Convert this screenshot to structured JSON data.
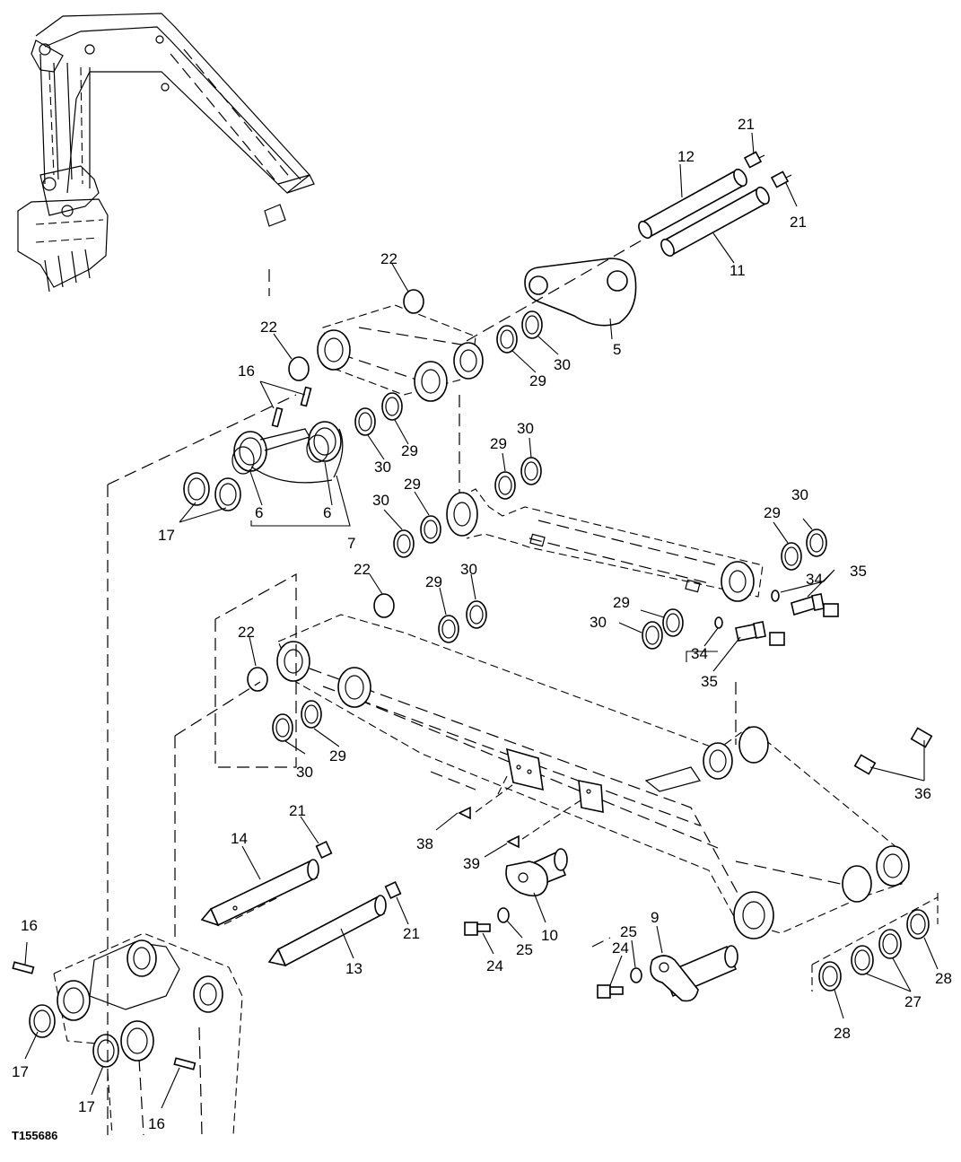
{
  "figure_id": "T155686",
  "callouts": [
    {
      "key": "c21a",
      "text": "21"
    },
    {
      "key": "c12",
      "text": "12"
    },
    {
      "key": "c21b",
      "text": "21"
    },
    {
      "key": "c11",
      "text": "11"
    },
    {
      "key": "c22a",
      "text": "22"
    },
    {
      "key": "c22b",
      "text": "22"
    },
    {
      "key": "c16a",
      "text": "16"
    },
    {
      "key": "c5",
      "text": "5"
    },
    {
      "key": "c30a",
      "text": "30"
    },
    {
      "key": "c29a",
      "text": "29"
    },
    {
      "key": "c30b",
      "text": "30"
    },
    {
      "key": "c29b",
      "text": "29"
    },
    {
      "key": "c30c",
      "text": "30"
    },
    {
      "key": "c29c",
      "text": "29"
    },
    {
      "key": "c6a",
      "text": "6"
    },
    {
      "key": "c6b",
      "text": "6"
    },
    {
      "key": "c17a",
      "text": "17"
    },
    {
      "key": "c7",
      "text": "7"
    },
    {
      "key": "c30d",
      "text": "30"
    },
    {
      "key": "c29d",
      "text": "29"
    },
    {
      "key": "c22c",
      "text": "22"
    },
    {
      "key": "c30e",
      "text": "30"
    },
    {
      "key": "c29e",
      "text": "29"
    },
    {
      "key": "c30f",
      "text": "30"
    },
    {
      "key": "c29f",
      "text": "29"
    },
    {
      "key": "c34a",
      "text": "34"
    },
    {
      "key": "c35a",
      "text": "35"
    },
    {
      "key": "c29g",
      "text": "29"
    },
    {
      "key": "c30g",
      "text": "30"
    },
    {
      "key": "c34b",
      "text": "34"
    },
    {
      "key": "c35b",
      "text": "35"
    },
    {
      "key": "c22d",
      "text": "22"
    },
    {
      "key": "c30h",
      "text": "30"
    },
    {
      "key": "c29h",
      "text": "29"
    },
    {
      "key": "c36",
      "text": "36"
    },
    {
      "key": "c38",
      "text": "38"
    },
    {
      "key": "c39",
      "text": "39"
    },
    {
      "key": "c21c",
      "text": "21"
    },
    {
      "key": "c14",
      "text": "14"
    },
    {
      "key": "c21d",
      "text": "21"
    },
    {
      "key": "c13",
      "text": "13"
    },
    {
      "key": "c10",
      "text": "10"
    },
    {
      "key": "c24a",
      "text": "24"
    },
    {
      "key": "c25a",
      "text": "25"
    },
    {
      "key": "c9",
      "text": "9"
    },
    {
      "key": "c25b",
      "text": "25"
    },
    {
      "key": "c24b",
      "text": "24"
    },
    {
      "key": "c28a",
      "text": "28"
    },
    {
      "key": "c27",
      "text": "27"
    },
    {
      "key": "c28b",
      "text": "28"
    },
    {
      "key": "c16b",
      "text": "16"
    },
    {
      "key": "c17b",
      "text": "17"
    },
    {
      "key": "c17c",
      "text": "17"
    },
    {
      "key": "c16c",
      "text": "16"
    }
  ]
}
